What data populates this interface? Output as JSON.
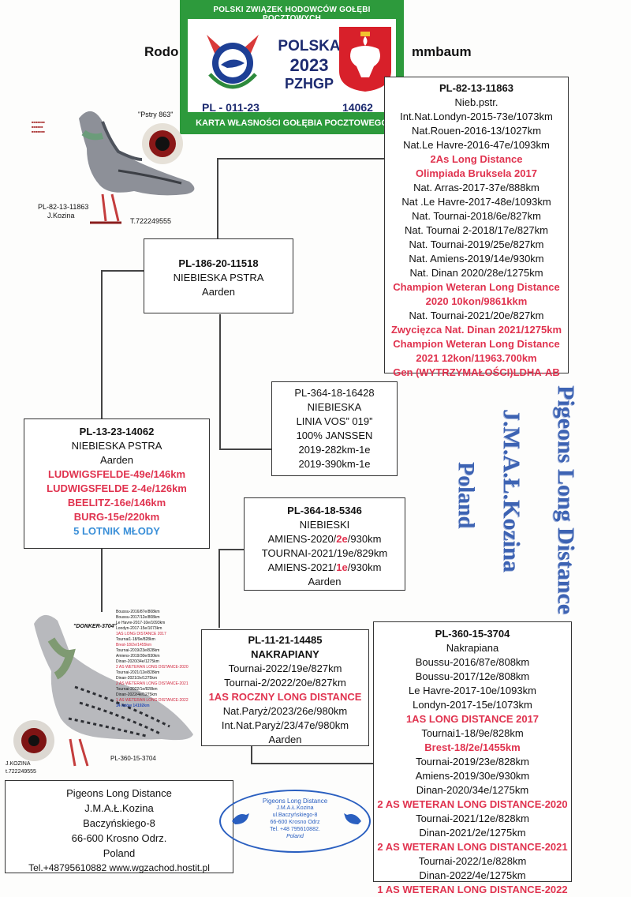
{
  "header": {
    "left": "Rodo",
    "right": "mmbaum"
  },
  "card": {
    "top_text": "POLSKI ZWIĄZEK HODOWCÓW GOŁĘBI POCZTOWYCH",
    "country": "POLSKA",
    "year": "2023",
    "org": "PZHGP",
    "ring": "PL - 011-23",
    "number": "14062",
    "bottom_text": "KARTA WŁASNOŚCI GOŁĘBIA POCZTOWEGO"
  },
  "photo_top": {
    "quote": "\"Pstry 863\"",
    "ring": "PL-82-13-11863",
    "owner": "J.Kozina",
    "tel": "T.722249555"
  },
  "photo_bottom": {
    "name": "\"DONKER-3704\"",
    "owner": "J.KOZINA",
    "tel": "t.722249555",
    "ring": "PL-360-15-3704",
    "lines": [
      "Boussu-2016/87e/808km",
      "Boussu-2017/12e/808km",
      "Le Havre-2017-10e/1093km",
      "Londyn-2017-15e/1073km",
      "1AS LONG DISTANCE 2017",
      "Tournai1-18/9e/828km",
      "Brest-18/2e/1455km",
      "Tournai-2019/23e/828km",
      "Amiens-2019/30e/930km",
      "Dinan-2020/34e/1275km",
      "2 AS WETERAN LONG DISTANCE-2020",
      "Tournai-2021/12e/828km",
      "Dinan-2021/2e/1275km",
      "2 AS WETERAN LONG DISTANCE-2021",
      "Tournai-2022/1e/828km",
      "Dinan-2022/4e/1275km",
      "1 AS WETERAN LONG DISTANCE-2022",
      "14 lotów 14192km"
    ]
  },
  "gg_sire": {
    "ring": "PL-82-13-11863",
    "color": "Nieb.pstr.",
    "lines": [
      {
        "t": "Int.Nat.Londyn-2015-73e/1073km",
        "red": false
      },
      {
        "t": "Nat.Rouen-2016-13/1027km",
        "red": false
      },
      {
        "t": "Nat.Le Havre-2016-47e/1093km",
        "red": false
      },
      {
        "t": "2As  Long Distance",
        "red": true
      },
      {
        "t": "Olimpiada Bruksela 2017",
        "red": true
      },
      {
        "t": "Nat. Arras-2017-37e/888km",
        "red": false
      },
      {
        "t": "Nat .Le Havre-2017-48e/1093km",
        "red": false
      },
      {
        "t": "Nat. Tournai-2018/6e/827km",
        "red": false
      },
      {
        "t": "Nat. Tournai 2-2018/17e/827km",
        "red": false
      },
      {
        "t": "Nat. Tournai-2019/25e/827km",
        "red": false
      },
      {
        "t": "Nat. Amiens-2019/14e/930km",
        "red": false
      },
      {
        "t": "Nat. Dinan 2020/28e/1275km",
        "red": false
      },
      {
        "t": "Champion Weteran Long Distance",
        "red": true
      },
      {
        "t": "2020 10kon/9861kkm",
        "red": true
      },
      {
        "t": "Nat. Tournai-2021/20e/827km",
        "red": false
      },
      {
        "t": "Zwycięzca Nat. Dinan 2021/1275km",
        "red": true
      },
      {
        "t": "Champion Weteran Long Distance",
        "red": true
      },
      {
        "t": "2021 12kon/11963.700km",
        "red": true
      },
      {
        "t": "Gen (WYTRZYMAŁOŚCI)LDHA-AB",
        "red": true
      }
    ]
  },
  "sire": {
    "ring": "PL-186-20-11518",
    "color": "NIEBIESKA PSTRA",
    "breeder": "Aarden"
  },
  "sire_dam": {
    "ring": "PL-364-18-16428",
    "lines": [
      "NIEBIESKA",
      "LINIA VOS” 019”",
      "100% JANSSEN",
      "2019-282km-1e",
      "2019-390km-1e"
    ]
  },
  "subject": {
    "ring": "PL-13-23-14062",
    "color": "NIEBIESKA PSTRA",
    "breeder": "Aarden",
    "red_lines": [
      "LUDWIGSFELDE-49e/146km",
      "LUDWIGSFELDE 2-4e/126km",
      "BEELITZ-16e/146km",
      "BURG-15e/220km"
    ],
    "blue_line": "5 LOTNIK MŁODY"
  },
  "dam_sire": {
    "ring": "PL-364-18-5346",
    "color": "NIEBIESKI",
    "l1a": "AMIENS-2020/",
    "l1b": "2e",
    "l1c": "/930km",
    "l2": "TOURNAI-2021/19e/829km",
    "l3a": "AMIENS-2021/",
    "l3b": "1e",
    "l3c": "/930km",
    "breeder": "Aarden"
  },
  "dam": {
    "ring": "PL-11-21-14485",
    "color": "NAKRAPIANY",
    "l1": "Tournai-2022/19e/827km",
    "l2": "Tournai-2/2022/20e/827km",
    "red": "1AS ROCZNY LONG DISTANCE",
    "l3": "Nat.Paryż/2023/26e/980km",
    "l4": "Int.Nat.Paryż/23/47e/980km",
    "breeder": "Aarden"
  },
  "dam_dam": {
    "ring": "PL-360-15-3704",
    "color": "Nakrapiana",
    "lines": [
      {
        "t": "Boussu-2016/87e/808km",
        "red": false
      },
      {
        "t": "Boussu-2017/12e/808km",
        "red": false
      },
      {
        "t": "Le Havre-2017-10e/1093km",
        "red": false
      },
      {
        "t": "Londyn-2017-15e/1073km",
        "red": false
      },
      {
        "t": "1AS LONG DISTANCE 2017",
        "red": true
      },
      {
        "t": "Tournai1-18/9e/828km",
        "red": false
      },
      {
        "t": "Brest-18/2e/1455km",
        "red": true
      },
      {
        "t": "Tournai-2019/23e/828km",
        "red": false
      },
      {
        "t": "Amiens-2019/30e/930km",
        "red": false
      },
      {
        "t": "Dinan-2020/34e/1275km",
        "red": false
      },
      {
        "t": "2 AS WETERAN LONG DISTANCE-2020",
        "red": true
      },
      {
        "t": "Tournai-2021/12e/828km",
        "red": false
      },
      {
        "t": "Dinan-2021/2e/1275km",
        "red": false
      },
      {
        "t": "2 AS WETERAN LONG DISTANCE-2021",
        "red": true
      },
      {
        "t": "Tournai-2022/1e/828km",
        "red": false
      },
      {
        "t": "Dinan-2022/4e/1275km",
        "red": false
      },
      {
        "t": "1 AS WETERAN LONG DISTANCE-2022",
        "red": true
      }
    ]
  },
  "contact": {
    "l1": "Pigeons Long Distance",
    "l2": "J.M.A.Ł.Kozina",
    "l3": "Baczyńskiego-8",
    "l4": "66-600 Krosno Odrz.",
    "l5": "Poland",
    "l6": "Tel.+48795610882 www.wgzachod.hostit.pl"
  },
  "stamp": {
    "l1": "Pigeons Long Distance",
    "l2": "J.M.A.Ł.Kozina",
    "l3": "ul.Baczyńskiego-8",
    "l4": "66-600 Krosno Odrz",
    "l5": "Tel. +48 795610882.",
    "l6": "Poland"
  },
  "vertical": {
    "l1": "Pigeons Long Distance",
    "l2": "J.M.A.Ł.Kozina",
    "l3": "Poland"
  }
}
